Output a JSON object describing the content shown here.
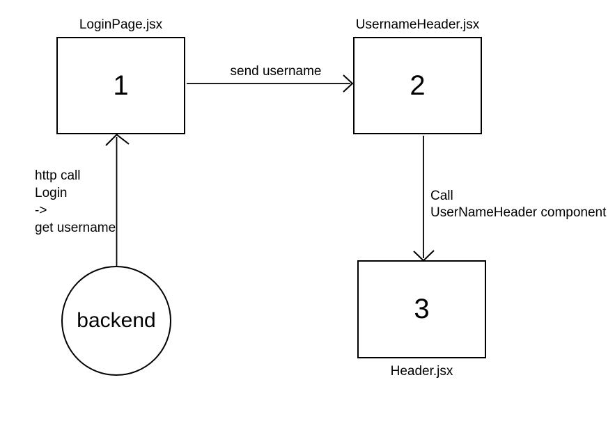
{
  "canvas": {
    "background": "#ffffff",
    "stroke_color": "#000000",
    "text_color": "#000000"
  },
  "nodes": {
    "login_page": {
      "title": "LoginPage.jsx",
      "number": "1"
    },
    "username_header": {
      "title": "UsernameHeader.jsx",
      "number": "2"
    },
    "header": {
      "title": "Header.jsx",
      "number": "3"
    },
    "backend": {
      "label": "backend"
    }
  },
  "edges": {
    "send_username": {
      "from": "1",
      "to": "2",
      "label": "send username"
    },
    "backend_to_login": {
      "from": "backend",
      "to": "1",
      "lines": [
        "http call",
        "Login",
        "->",
        "get username"
      ]
    },
    "call_component": {
      "from": "2",
      "to": "3",
      "lines": [
        "Call",
        "UserNameHeader component"
      ]
    }
  }
}
